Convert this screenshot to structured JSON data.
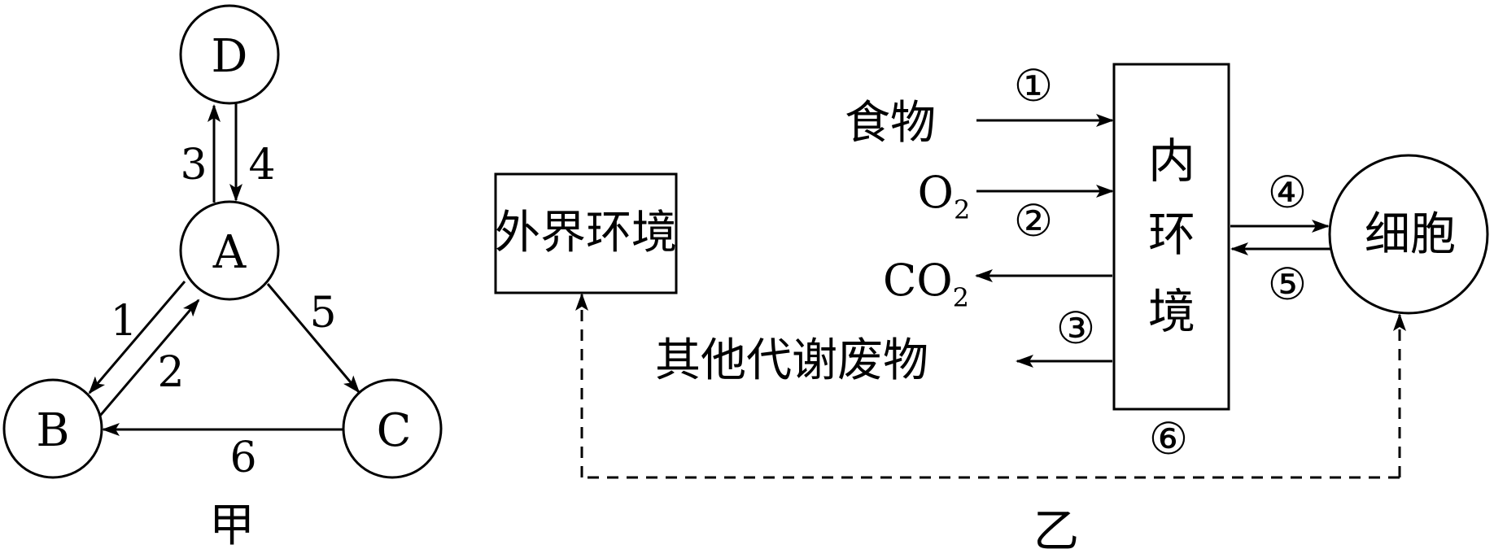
{
  "diagram_jia": {
    "caption": "甲",
    "nodes": {
      "A": "A",
      "B": "B",
      "C": "C",
      "D": "D"
    },
    "edges": [
      {
        "from": "A",
        "to": "B",
        "label": "1"
      },
      {
        "from": "B",
        "to": "A",
        "label": "2"
      },
      {
        "from": "A",
        "to": "D",
        "label": "3"
      },
      {
        "from": "D",
        "to": "A",
        "label": "4"
      },
      {
        "from": "A",
        "to": "C",
        "label": "5"
      },
      {
        "from": "C",
        "to": "B",
        "label": "6"
      }
    ]
  },
  "diagram_yi": {
    "caption": "乙",
    "external_env": "外界环境",
    "internal_env": [
      "内",
      "环",
      "境"
    ],
    "cell": "细胞",
    "inputs": {
      "food": "食物",
      "o2_main": "O",
      "o2_sub": "2",
      "co2_main": "CO",
      "co2_sub": "2",
      "waste": "其他代谢废物"
    },
    "markers": {
      "m1": "①",
      "m2": "②",
      "m3": "③",
      "m4": "④",
      "m5": "⑤",
      "m6": "⑥"
    }
  }
}
